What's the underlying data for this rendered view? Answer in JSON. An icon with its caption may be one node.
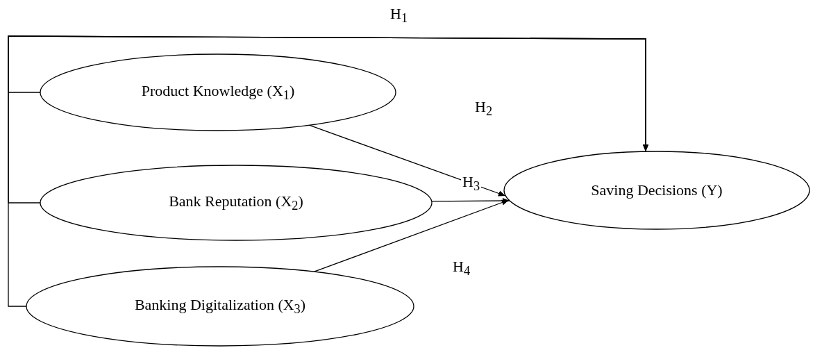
{
  "diagram": {
    "nodes": [
      {
        "text": [
          "Product Knowledge (X$_{1}$)"
        ]
      },
      {
        "text": [
          "Bank Reputation (X$_{2}$)"
        ]
      },
      {
        "text": [
          "Banking Digitalization (X$_{3}$)"
        ]
      },
      {
        "text": [
          "Saving Decisions (Y)"
        ]
      }
    ],
    "edges": [
      {
        "from": 0,
        "to": 3,
        "arrow": "to",
        "label": "H$_{1}$"
      },
      {
        "from": 1,
        "to": 3,
        "arrow": "to"
      },
      {
        "from": 2,
        "to": 3,
        "arrow": "to"
      },
      {
        "from": 0,
        "to": 3,
        "arrow": "to",
        "label": "H$_{2}$"
      },
      {
        "from": 1,
        "to": 3,
        "arrow": "to",
        "label": "H$_{3}$"
      },
      {
        "from": 2,
        "to": 3,
        "arrow": "to",
        "label": "H$_{4}$"
      }
    ]
  }
}
